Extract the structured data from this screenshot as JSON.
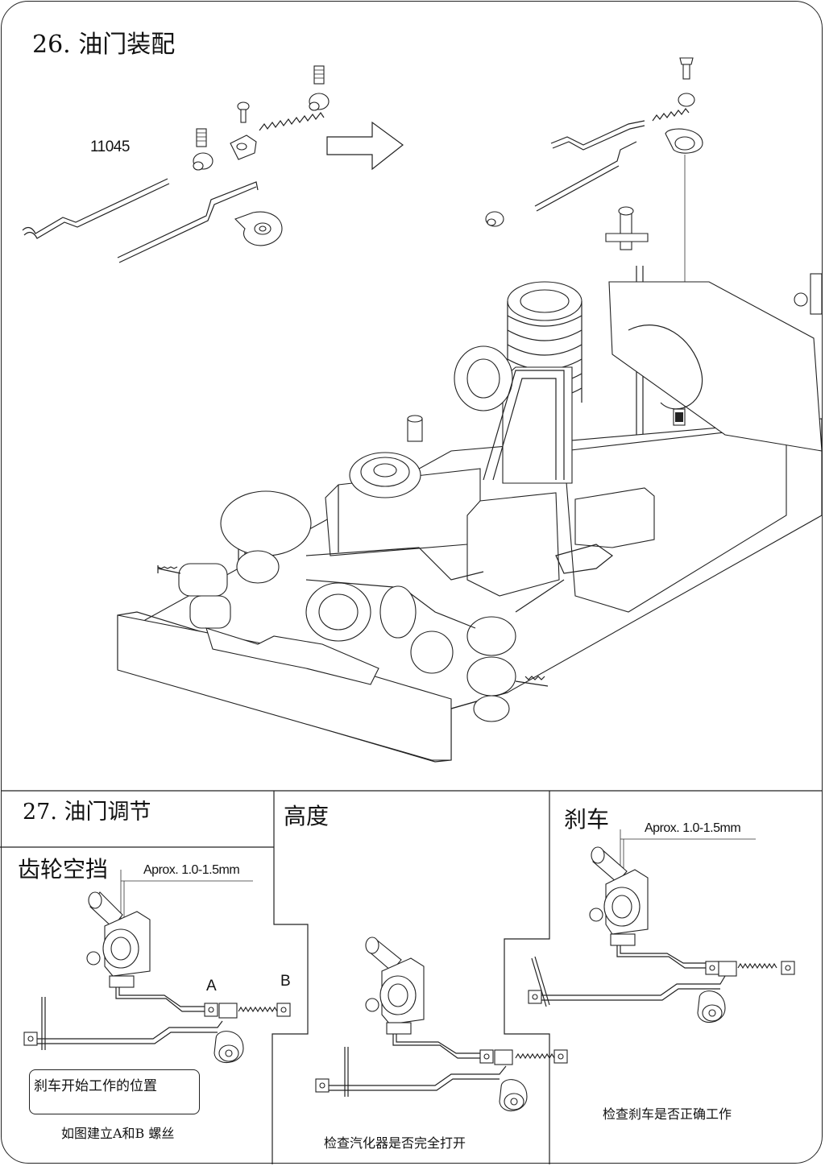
{
  "step26": {
    "title": "26. 油门装配",
    "part_number": "11045"
  },
  "step27": {
    "title": "27. 油门调节",
    "neutral": {
      "heading": "齿轮空挡",
      "gap_label": "Aprox. 1.0-1.5mm",
      "label_a": "A",
      "label_b": "B",
      "brake_note": "刹车开始工作的位置",
      "caption": "如图建立A和B 螺丝"
    },
    "height": {
      "heading": "高度",
      "caption": "检查汽化器是否完全打开"
    },
    "brake": {
      "heading": "刹车",
      "gap_label": "Aprox. 1.0-1.5mm",
      "caption": "检查刹车是否正确工作"
    }
  }
}
